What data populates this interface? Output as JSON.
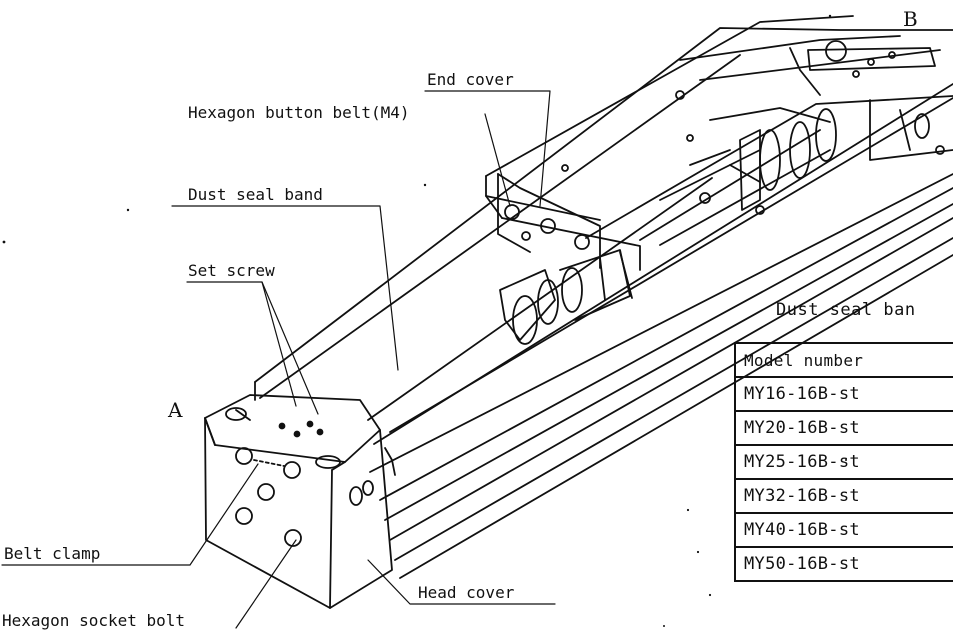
{
  "corner_labels": {
    "a": "A",
    "b": "B"
  },
  "callouts": {
    "end_cover": "End cover",
    "hex_button_bolt": "Hexagon button belt(M4)",
    "dust_seal_band": "Dust seal band",
    "set_screw": "Set screw",
    "belt_clamp": "Belt clamp",
    "hex_socket_bolt": "Hexagon socket bolt",
    "head_cover": "Head cover"
  },
  "table": {
    "title": "Dust seal ban",
    "header": "Model number",
    "rows": [
      "MY16-16B-st",
      "MY20-16B-st",
      "MY25-16B-st",
      "MY32-16B-st",
      "MY40-16B-st",
      "MY50-16B-st"
    ]
  }
}
